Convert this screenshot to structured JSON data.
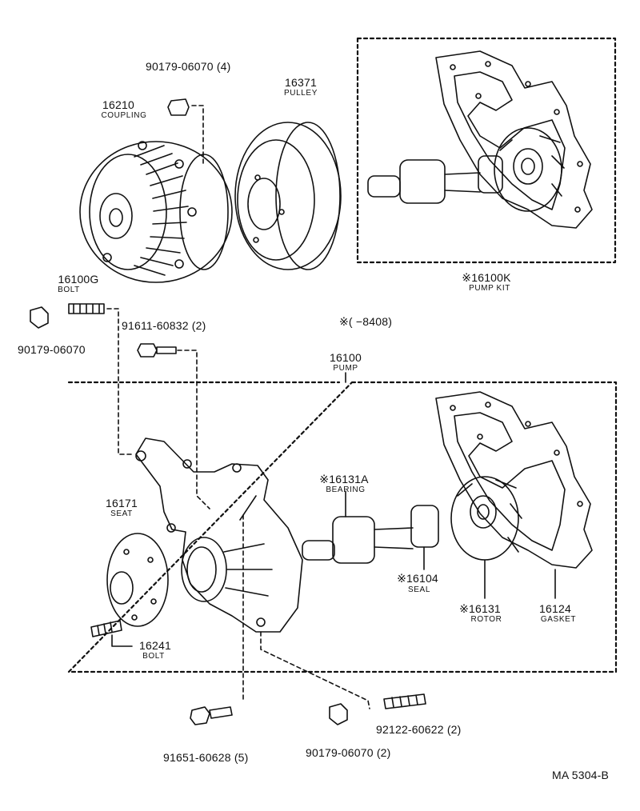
{
  "parts": {
    "nut_top": {
      "number": "90179-06070 (4)"
    },
    "pulley": {
      "number": "16371",
      "name": "PULLEY"
    },
    "coupling": {
      "number": "16210",
      "name": "COUPLING"
    },
    "pump_kit": {
      "number": "※16100K",
      "name": "PUMP KIT"
    },
    "bolt_16100g": {
      "number": "16100G",
      "name": "BOLT"
    },
    "nut_left": {
      "number": "90179-06070"
    },
    "bolt_91611": {
      "number": "91611-60832 (2)"
    },
    "date_note": {
      "text": "※(     −8408)"
    },
    "pump": {
      "number": "16100",
      "name": "PUMP"
    },
    "bearing": {
      "number": "※16131A",
      "name": "BEARING"
    },
    "seat": {
      "number": "16171",
      "name": "SEAT"
    },
    "seal": {
      "number": "※16104",
      "name": "SEAL"
    },
    "rotor": {
      "number": "※16131",
      "name": "ROTOR"
    },
    "gasket": {
      "number": "16124",
      "name": "GASKET"
    },
    "bolt_16241": {
      "number": "16241",
      "name": "BOLT"
    },
    "stud_92122": {
      "number": "92122-60622 (2)"
    },
    "bolt_91651": {
      "number": "91651-60628 (5)"
    },
    "nut_bottom": {
      "number": "90179-06070 (2)"
    }
  },
  "figure_code": "MA  5304-B"
}
